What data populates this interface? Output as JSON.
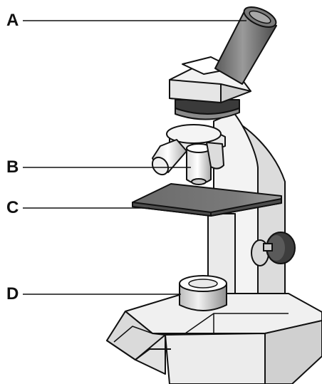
{
  "labels": {
    "a": "A",
    "b": "B",
    "c": "C",
    "d": "D"
  },
  "colors": {
    "line": "#111111",
    "light_gray": "#e6e6e6",
    "mid_gray": "#c9c9c9",
    "dark_gray": "#808080",
    "stage": "#6e6e6e",
    "white": "#ffffff"
  }
}
